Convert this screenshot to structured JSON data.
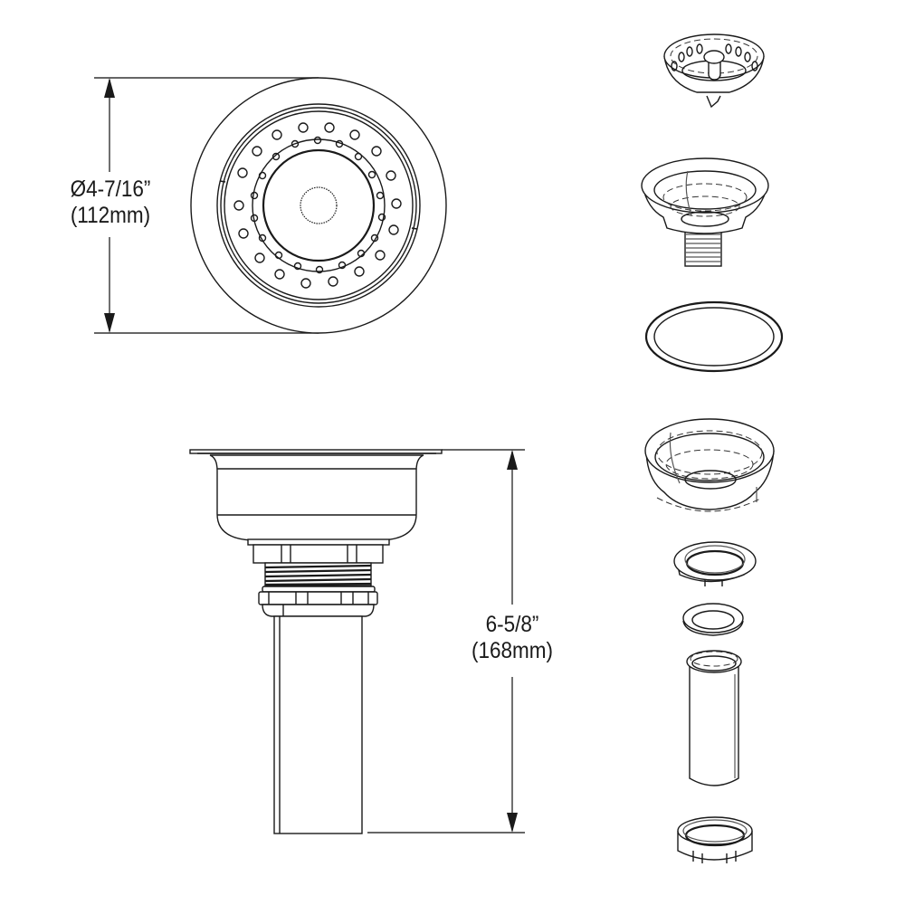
{
  "diagram": {
    "type": "technical-drawing",
    "subject": "sink drain strainer assembly",
    "line_color": "#1a1a1a",
    "background": "#ffffff"
  },
  "dimensions": {
    "diameter": {
      "imperial": "Ø4-7/16”",
      "metric": "(112mm)"
    },
    "height": {
      "imperial": "6-5/8”",
      "metric": "(168mm)"
    }
  },
  "views": {
    "top_view": "top-plan-view",
    "side_view": "side-elevation-view",
    "exploded_parts": [
      "basket-strainer",
      "strainer-body-flange",
      "rubber-gasket",
      "friction-cup",
      "locknut",
      "tailpiece-washer",
      "tailpiece",
      "coupling-nut"
    ]
  }
}
